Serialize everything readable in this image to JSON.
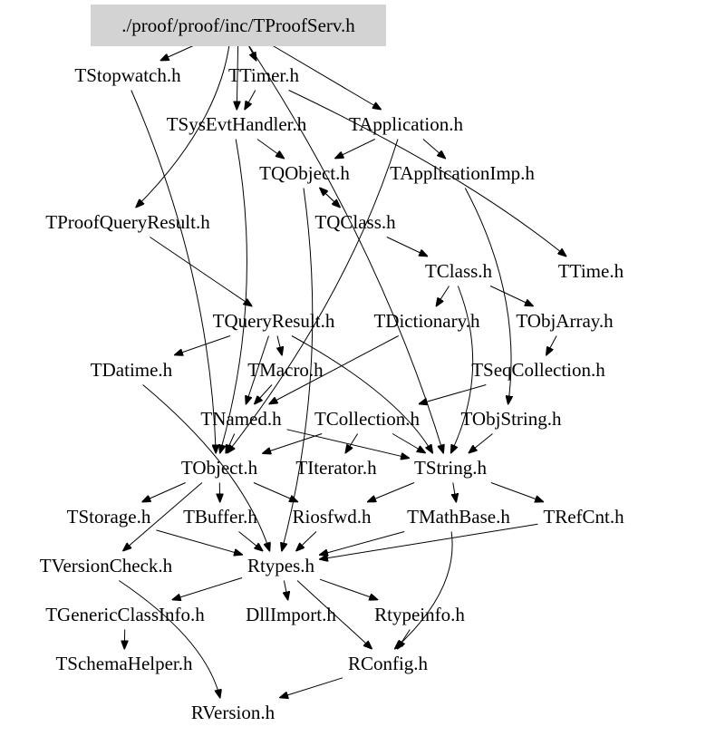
{
  "diagram": {
    "type": "include-dependency-graph",
    "root": "./proof/proof/inc/TProofServ.h",
    "colors": {
      "root_fill": "#d3d3d3",
      "edge": "#000000",
      "text": "#000000",
      "background": "#ffffff"
    },
    "nodes": [
      {
        "id": "TProofServ",
        "label": "./proof/proof/inc/TProofServ.h",
        "root": true
      },
      {
        "id": "TStopwatch",
        "label": "TStopwatch.h"
      },
      {
        "id": "TTimer",
        "label": "TTimer.h"
      },
      {
        "id": "TSysEvtHandler",
        "label": "TSysEvtHandler.h"
      },
      {
        "id": "TApplication",
        "label": "TApplication.h"
      },
      {
        "id": "TQObject",
        "label": "TQObject.h"
      },
      {
        "id": "TApplicationImp",
        "label": "TApplicationImp.h"
      },
      {
        "id": "TProofQueryResult",
        "label": "TProofQueryResult.h"
      },
      {
        "id": "TQClass",
        "label": "TQClass.h"
      },
      {
        "id": "TClass",
        "label": "TClass.h"
      },
      {
        "id": "TTime",
        "label": "TTime.h"
      },
      {
        "id": "TQueryResult",
        "label": "TQueryResult.h"
      },
      {
        "id": "TDictionary",
        "label": "TDictionary.h"
      },
      {
        "id": "TObjArray",
        "label": "TObjArray.h"
      },
      {
        "id": "TDatime",
        "label": "TDatime.h"
      },
      {
        "id": "TMacro",
        "label": "TMacro.h"
      },
      {
        "id": "TSeqCollection",
        "label": "TSeqCollection.h"
      },
      {
        "id": "TNamed",
        "label": "TNamed.h"
      },
      {
        "id": "TCollection",
        "label": "TCollection.h"
      },
      {
        "id": "TObjString",
        "label": "TObjString.h"
      },
      {
        "id": "TObject",
        "label": "TObject.h"
      },
      {
        "id": "TIterator",
        "label": "TIterator.h"
      },
      {
        "id": "TString",
        "label": "TString.h"
      },
      {
        "id": "TStorage",
        "label": "TStorage.h"
      },
      {
        "id": "TBuffer",
        "label": "TBuffer.h"
      },
      {
        "id": "Riosfwd",
        "label": "Riosfwd.h"
      },
      {
        "id": "TMathBase",
        "label": "TMathBase.h"
      },
      {
        "id": "TRefCnt",
        "label": "TRefCnt.h"
      },
      {
        "id": "TVersionCheck",
        "label": "TVersionCheck.h"
      },
      {
        "id": "Rtypes",
        "label": "Rtypes.h"
      },
      {
        "id": "TGenericClassInfo",
        "label": "TGenericClassInfo.h"
      },
      {
        "id": "DllImport",
        "label": "DllImport.h"
      },
      {
        "id": "Rtypeinfo",
        "label": "Rtypeinfo.h"
      },
      {
        "id": "TSchemaHelper",
        "label": "TSchemaHelper.h"
      },
      {
        "id": "RConfig",
        "label": "RConfig.h"
      },
      {
        "id": "RVersion",
        "label": "RVersion.h"
      }
    ],
    "edges": [
      [
        "TProofServ",
        "TStopwatch"
      ],
      [
        "TProofServ",
        "TTimer"
      ],
      [
        "TProofServ",
        "TSysEvtHandler"
      ],
      [
        "TProofServ",
        "TApplication"
      ],
      [
        "TProofServ",
        "TProofQueryResult"
      ],
      [
        "TProofServ",
        "TString"
      ],
      [
        "TStopwatch",
        "TObject"
      ],
      [
        "TTimer",
        "TSysEvtHandler"
      ],
      [
        "TTimer",
        "TTime"
      ],
      [
        "TSysEvtHandler",
        "TObject"
      ],
      [
        "TSysEvtHandler",
        "TQObject"
      ],
      [
        "TApplication",
        "TQObject"
      ],
      [
        "TApplication",
        "TApplicationImp"
      ],
      [
        "TApplication",
        "TObject"
      ],
      [
        "TApplicationImp",
        "TObjString"
      ],
      [
        "TQObject",
        "TQClass"
      ],
      [
        "TQObject",
        "Rtypes"
      ],
      [
        "TQClass",
        "TQObject"
      ],
      [
        "TQClass",
        "TClass"
      ],
      [
        "TClass",
        "TDictionary"
      ],
      [
        "TClass",
        "TObjArray"
      ],
      [
        "TClass",
        "TString"
      ],
      [
        "TProofQueryResult",
        "TQueryResult"
      ],
      [
        "TQueryResult",
        "TDatime"
      ],
      [
        "TQueryResult",
        "TNamed"
      ],
      [
        "TQueryResult",
        "TMacro"
      ],
      [
        "TQueryResult",
        "TString"
      ],
      [
        "TDictionary",
        "TNamed"
      ],
      [
        "TObjArray",
        "TSeqCollection"
      ],
      [
        "TSeqCollection",
        "TCollection"
      ],
      [
        "TMacro",
        "TNamed"
      ],
      [
        "TDatime",
        "Rtypes"
      ],
      [
        "TNamed",
        "TObject"
      ],
      [
        "TNamed",
        "TString"
      ],
      [
        "TCollection",
        "TObject"
      ],
      [
        "TCollection",
        "TIterator"
      ],
      [
        "TCollection",
        "TString"
      ],
      [
        "TObjString",
        "TString"
      ],
      [
        "TObject",
        "TStorage"
      ],
      [
        "TObject",
        "TBuffer"
      ],
      [
        "TObject",
        "Riosfwd"
      ],
      [
        "TObject",
        "TVersionCheck"
      ],
      [
        "TString",
        "Riosfwd"
      ],
      [
        "TString",
        "TMathBase"
      ],
      [
        "TString",
        "TRefCnt"
      ],
      [
        "TStorage",
        "Rtypes"
      ],
      [
        "TBuffer",
        "Rtypes"
      ],
      [
        "Riosfwd",
        "Rtypes"
      ],
      [
        "TMathBase",
        "Rtypes"
      ],
      [
        "TMathBase",
        "RConfig"
      ],
      [
        "TRefCnt",
        "Rtypes"
      ],
      [
        "TVersionCheck",
        "RVersion"
      ],
      [
        "Rtypes",
        "TGenericClassInfo"
      ],
      [
        "Rtypes",
        "DllImport"
      ],
      [
        "Rtypes",
        "Rtypeinfo"
      ],
      [
        "Rtypes",
        "RConfig"
      ],
      [
        "TGenericClassInfo",
        "TSchemaHelper"
      ],
      [
        "Rtypeinfo",
        "RConfig"
      ],
      [
        "RConfig",
        "RVersion"
      ]
    ]
  }
}
